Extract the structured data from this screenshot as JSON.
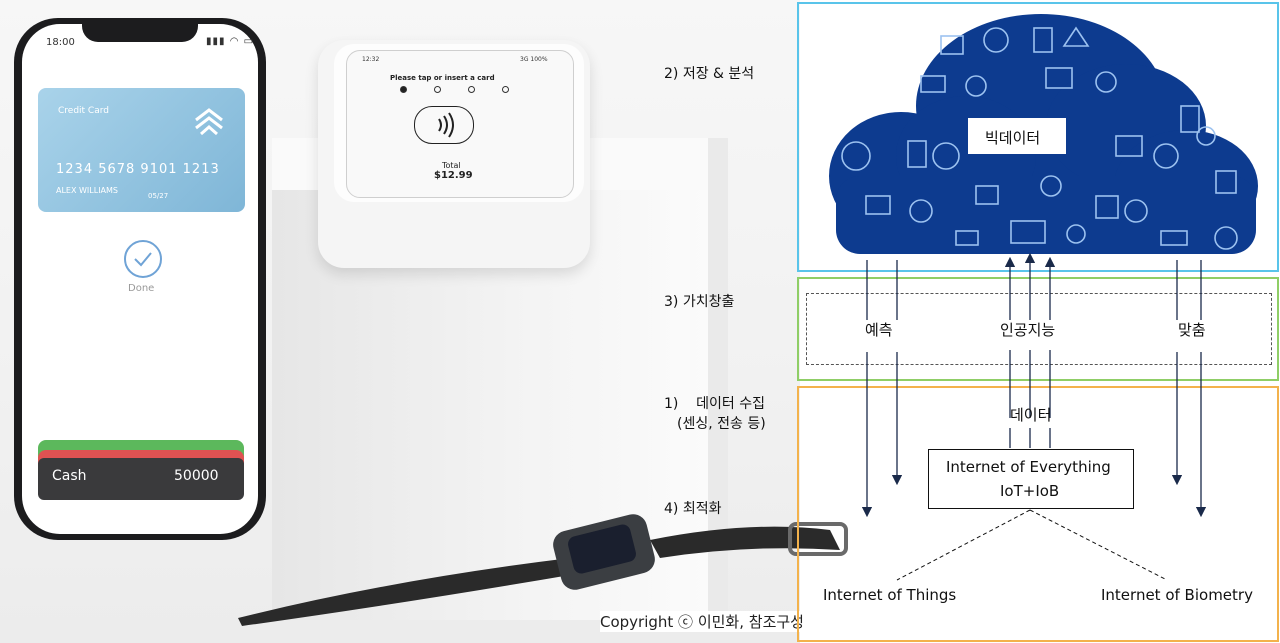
{
  "phone": {
    "time": "18:00",
    "status": "▮▮▮ ◠ ▭",
    "card_title": "Credit Card",
    "card_number": "1234 5678 9101 1213",
    "card_name": "ALEX WILLIAMS",
    "card_expiry": "05/27",
    "done_label": "Done",
    "cash_label": "Cash",
    "cash_amount": "50000"
  },
  "terminal": {
    "time": "12:32",
    "status": "3G 100%",
    "prompt": "Please tap or insert a card",
    "total_label": "Total",
    "total_amount": "$12.99"
  },
  "steps": {
    "step2": "2) 저장 & 분석",
    "step3": "3) 가치창출",
    "step1_line1": "1)    데이터 수집",
    "step1_line2": "(센싱, 전송 등)",
    "step4": "4) 최적화"
  },
  "copyright": "Copyright ⓒ 이민화, 참조구성",
  "diagram": {
    "cloud_label": "빅데이터",
    "cloud_color": "#0d3b8f",
    "prediction": "예측",
    "ai": "인공지능",
    "customization": "맞춤",
    "data": "데이터",
    "ioe_line1": "Internet of Everything",
    "ioe_line2": "IoT+IoB",
    "iot": "Internet of Things",
    "iob": "Internet of Biometry"
  },
  "colors": {
    "blue_frame": "#59c4ea",
    "green_frame": "#8fce66",
    "orange_frame": "#f3b24c"
  }
}
